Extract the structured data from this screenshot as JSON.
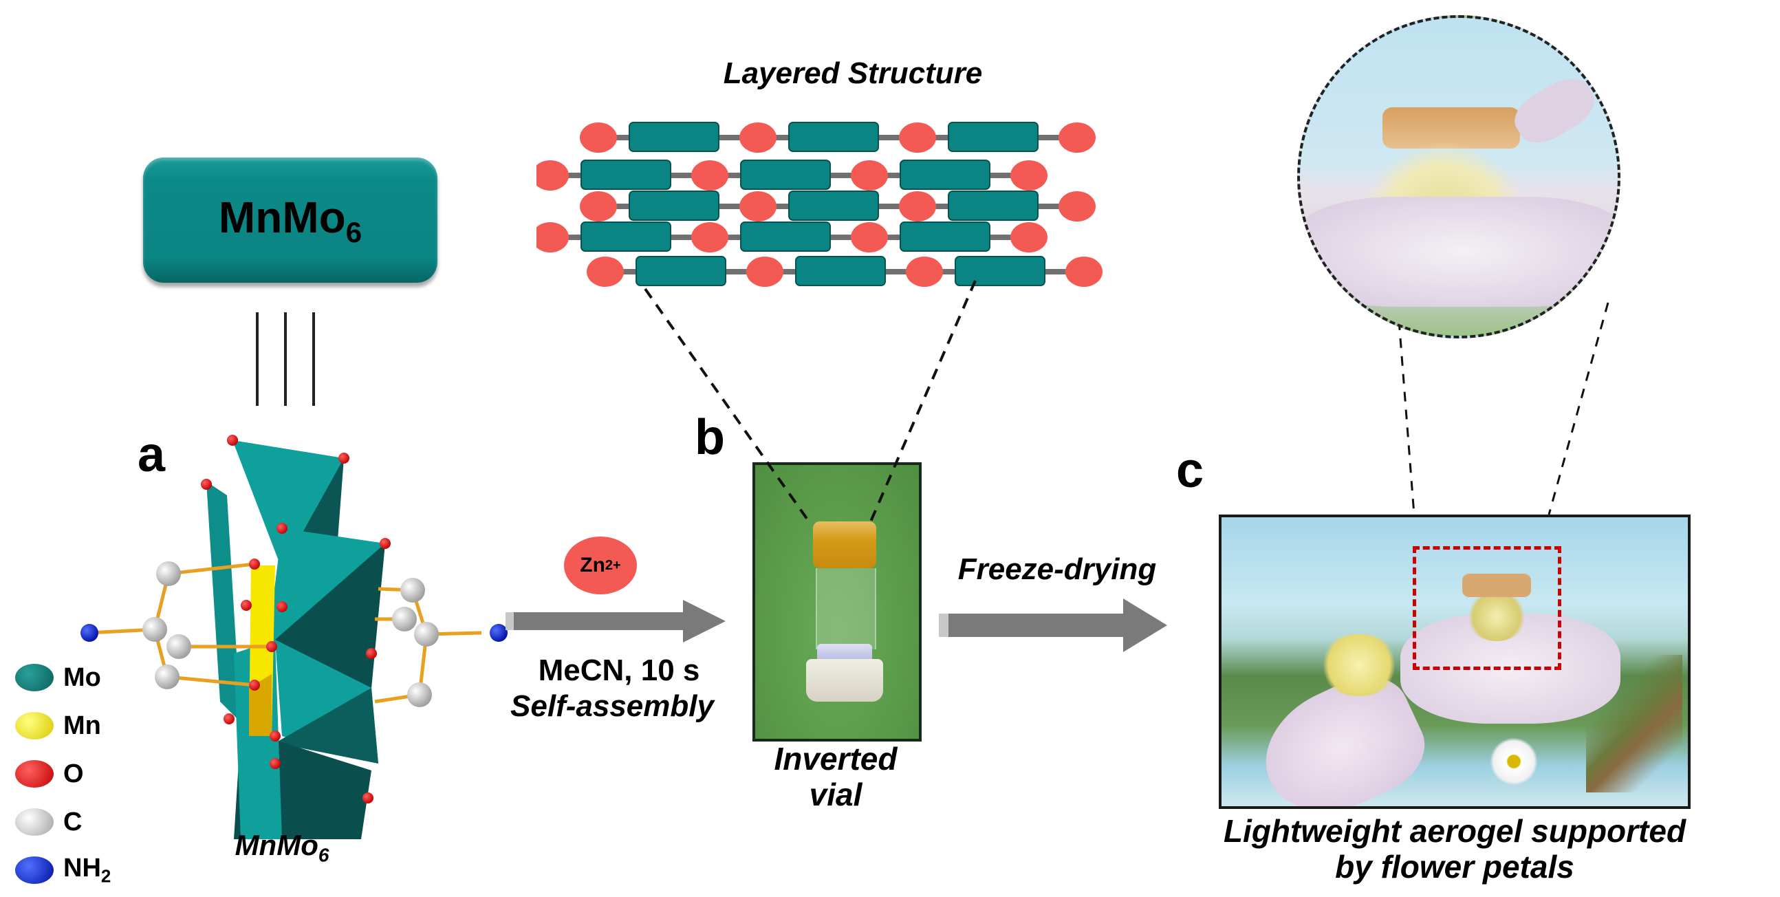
{
  "panels": {
    "a": {
      "letter": "a",
      "cluster_box_label": "MnMo",
      "cluster_box_subscript": "6",
      "structure_caption": "MnMo",
      "structure_caption_subscript": "6",
      "legend": [
        {
          "label": "Mo",
          "subscript": "",
          "color": "#0e6f6b"
        },
        {
          "label": "Mn",
          "subscript": "",
          "color": "#f2e600"
        },
        {
          "label": "O",
          "subscript": "",
          "color": "#e00000"
        },
        {
          "label": "C",
          "subscript": "",
          "color": "#d8d8d8"
        },
        {
          "label": "NH",
          "subscript": "2",
          "color": "#1630c8"
        }
      ]
    },
    "step1": {
      "reagent": "Zn",
      "reagent_charge": "2+",
      "conditions": "MeCN, 10 s",
      "process": "Self-assembly"
    },
    "b": {
      "letter": "b",
      "top_title": "Layered Structure",
      "caption_line1": "Inverted",
      "caption_line2": "vial"
    },
    "step2": {
      "process": "Freeze-drying"
    },
    "c": {
      "letter": "c",
      "caption_line1": "Lightweight aerogel supported",
      "caption_line2": "by flower petals"
    }
  },
  "colors": {
    "teal": "#0b8583",
    "dark_teal": "#0a4f4d",
    "oxygen_red": "#e00000",
    "linker_pink": "#f45a54",
    "arrow_gray": "#7a7a7a",
    "bond_orange": "#e8a020",
    "vial_green": "#5c9e4c",
    "highlight_red": "#cc0000"
  }
}
